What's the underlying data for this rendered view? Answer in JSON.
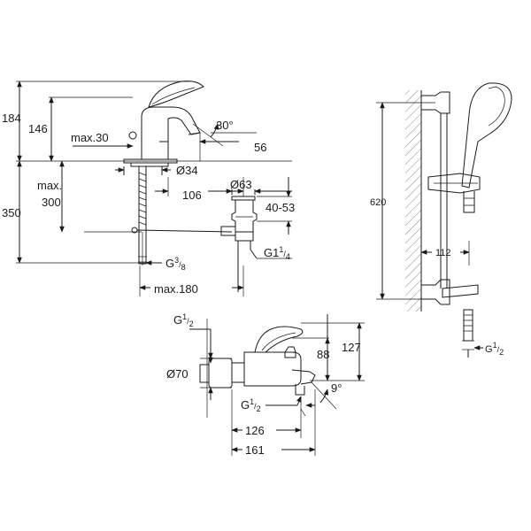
{
  "basin_mixer": {
    "height_total": "184",
    "height_spout": "146",
    "spout_reach_max": "max.30",
    "lever_angle": "30°",
    "spout_offset": "56",
    "base_diameter": "Ø34",
    "hole_distance": "106",
    "waste_diameter": "Ø63",
    "waste_range": "40-53",
    "waste_thread_main": "G1",
    "waste_thread_num": "1",
    "waste_thread_den": "4",
    "length_total": "350",
    "deck_max_label": "max.",
    "deck_max_value": "300",
    "supply_thread_main": "G",
    "supply_thread_num": "3",
    "supply_thread_den": "8",
    "rod_length": "max.180"
  },
  "bath_mixer": {
    "thread_top_main": "G",
    "thread_top_num": "1",
    "thread_top_den": "2",
    "rosette_diameter": "Ø70",
    "height_total": "127",
    "height_body": "88",
    "spout_angle": "9°",
    "thread_bottom_main": "G",
    "thread_bottom_num": "1",
    "thread_bottom_den": "2",
    "depth_body": "126",
    "depth_total": "161"
  },
  "shower_set": {
    "rail_length": "620",
    "bracket_distance": "112",
    "hose_thread_main": "G",
    "hose_thread_num": "1",
    "hose_thread_den": "2"
  }
}
